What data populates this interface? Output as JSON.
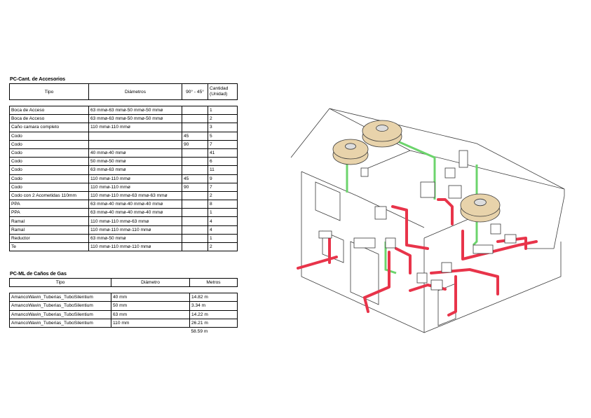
{
  "accessories": {
    "title": "PC-Cant. de Accesorios",
    "headers": [
      "Tipo",
      "Diámetros",
      "90° - 45°",
      "Cantidad (Unidad)"
    ],
    "rows": [
      [
        "Boca de Acceso",
        "63 mmø-63 mmø-50 mmø-50 mmø",
        "",
        "1"
      ],
      [
        "Boca de Acceso",
        "63 mmø-63 mmø-50 mmø-50 mmø",
        "",
        "2"
      ],
      [
        "Caño camara completo",
        "110 mmø-110 mmø",
        "",
        "3"
      ],
      [
        "Codo",
        "",
        "45",
        "5"
      ],
      [
        "Codo",
        "",
        "90",
        "7"
      ],
      [
        "Codo",
        "40 mmø-40 mmø",
        "",
        "41"
      ],
      [
        "Codo",
        "50 mmø-50 mmø",
        "",
        "6"
      ],
      [
        "Codo",
        "63 mmø-63 mmø",
        "",
        "11"
      ],
      [
        "Codo",
        "110 mmø-110 mmø",
        "45",
        "9"
      ],
      [
        "Codo",
        "110 mmø-110 mmø",
        "90",
        "7"
      ],
      [
        "Codo con 2 Acometidas 110mm",
        "110 mmø-110 mmø-63 mmø-63 mmø",
        "",
        "2"
      ],
      [
        "PPA",
        "63 mmø-40 mmø-40 mmø-40 mmø",
        "",
        "8"
      ],
      [
        "PPA",
        "63 mmø-40 mmø-40 mmø-40 mmø",
        "",
        "1"
      ],
      [
        "Ramal",
        "110 mmø-110 mmø-63 mmø",
        "",
        "4"
      ],
      [
        "Ramal",
        "110 mmø-110 mmø-110 mmø",
        "",
        "4"
      ],
      [
        "Reductor",
        "63 mmø-50 mmø",
        "",
        "1"
      ],
      [
        "Te",
        "110 mmø-110 mmø-110 mmø",
        "",
        "2"
      ]
    ]
  },
  "pipes": {
    "title": "PC-ML de Caños de Gas",
    "headers": [
      "Tipo",
      "Diámetro",
      "Metros"
    ],
    "rows": [
      [
        "AmancoWavin_Tuberias_TuboSilentium",
        "40 mm",
        "14.82 m"
      ],
      [
        "AmancoWavin_Tuberias_TuboSilentium",
        "50 mm",
        "3.34 m"
      ],
      [
        "AmancoWavin_Tuberias_TuboSilentium",
        "63 mm",
        "14.22 m"
      ],
      [
        "AmancoWavin_Tuberias_TuboSilentium",
        "110 mm",
        "26.21 m"
      ]
    ],
    "total": "58.59 m"
  },
  "drawing": {
    "pipe_color": "#e8344a",
    "vent_color": "#6cd46c",
    "line_color": "#3a3a3a",
    "tank_color": "#e8d3ab"
  }
}
